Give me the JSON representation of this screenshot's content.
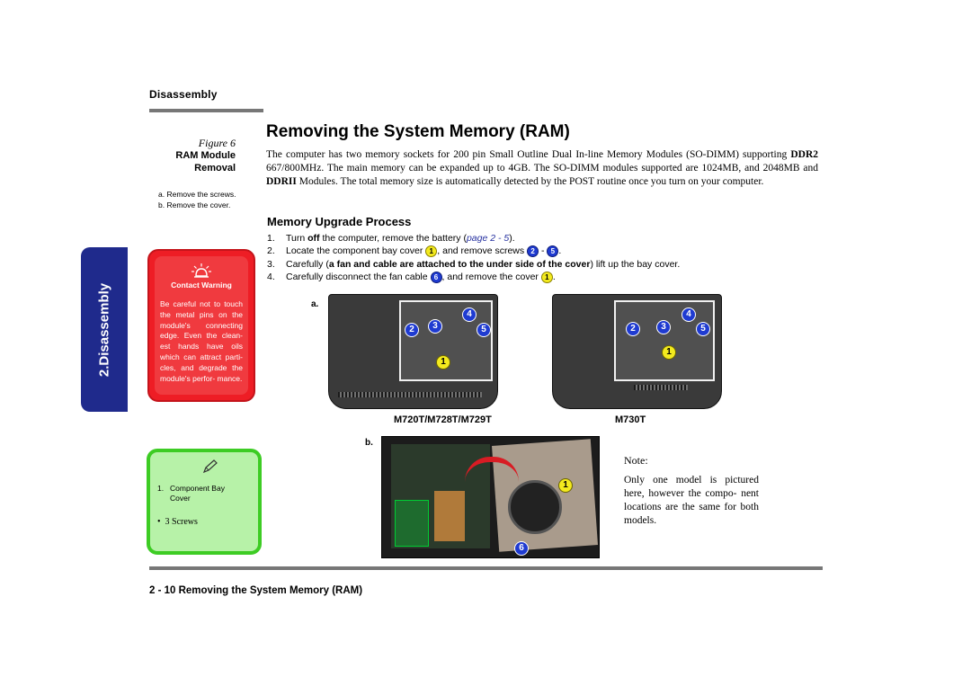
{
  "header": {
    "section": "Disassembly"
  },
  "side_tab": {
    "label": "2.Disassembly"
  },
  "figure": {
    "number": "Figure 6",
    "title_line1": "RAM Module",
    "title_line2": "Removal",
    "caption_a": "a. Remove the screws.",
    "caption_b": "b. Remove the cover."
  },
  "warning": {
    "icon": "warning-light-icon",
    "title": "Contact Warning",
    "body": "Be careful not to touch the metal pins on the module's connecting edge. Even the clean- est hands have oils which can attract parti- cles, and degrade the module's perfor- mance."
  },
  "note_box": {
    "icon": "pencil-icon",
    "item_num": "1.",
    "item_line1": "Component Bay",
    "item_line2": "Cover",
    "bullet": "•",
    "bullet_text": "3 Screws"
  },
  "main": {
    "title": "Removing the System Memory (RAM)",
    "intro": {
      "p1": "The computer has two memory sockets for 200 pin Small Outline Dual In-line Memory Modules (SO-DIMM) supporting ",
      "ddr2": "DDR2",
      "p2": " 667/800MHz. The main memory can be expanded up to 4GB. The SO-DIMM modules supported are 1024MB, and 2048MB and ",
      "ddrii": "DDRII",
      "p3": " Modules. The total memory size is automatically detected by the POST routine once you turn on your computer."
    },
    "subheading": "Memory Upgrade Process",
    "steps": {
      "s1_num": "1.",
      "s1_a": "Turn ",
      "s1_bold": "off",
      "s1_b": " the computer, remove the battery (",
      "s1_ref": "page 2 - 5",
      "s1_c": ").",
      "s2_num": "2.",
      "s2_a": "Locate the component bay cover ",
      "s2_c1": "1",
      "s2_b": ", and remove screws ",
      "s2_c2": "2",
      "s2_dash": " - ",
      "s2_c3": "5",
      "s2_end": ".",
      "s3_num": "3.",
      "s3_a": "Carefully (",
      "s3_bold": "a fan and cable are attached to the under side of the cover",
      "s3_b": ") lift up the bay cover.",
      "s4_num": "4.",
      "s4_a": "Carefully disconnect the fan cable ",
      "s4_c1": "6",
      "s4_b": ", and remove the cover ",
      "s4_c2": "1",
      "s4_end": "."
    }
  },
  "images": {
    "label_a": "a.",
    "label_b": "b.",
    "caption_a1": "M720T/M728T/M729T",
    "caption_a2": "M730T",
    "callouts": {
      "c1": "1",
      "c2": "2",
      "c3": "3",
      "c4": "4",
      "c5": "5",
      "c6": "6"
    }
  },
  "side_note": {
    "title": "Note:",
    "body": "Only one model is pictured here, however the compo- nent locations are the same for both models."
  },
  "footer": {
    "text": "2 - 10 Removing the System Memory (RAM)"
  }
}
